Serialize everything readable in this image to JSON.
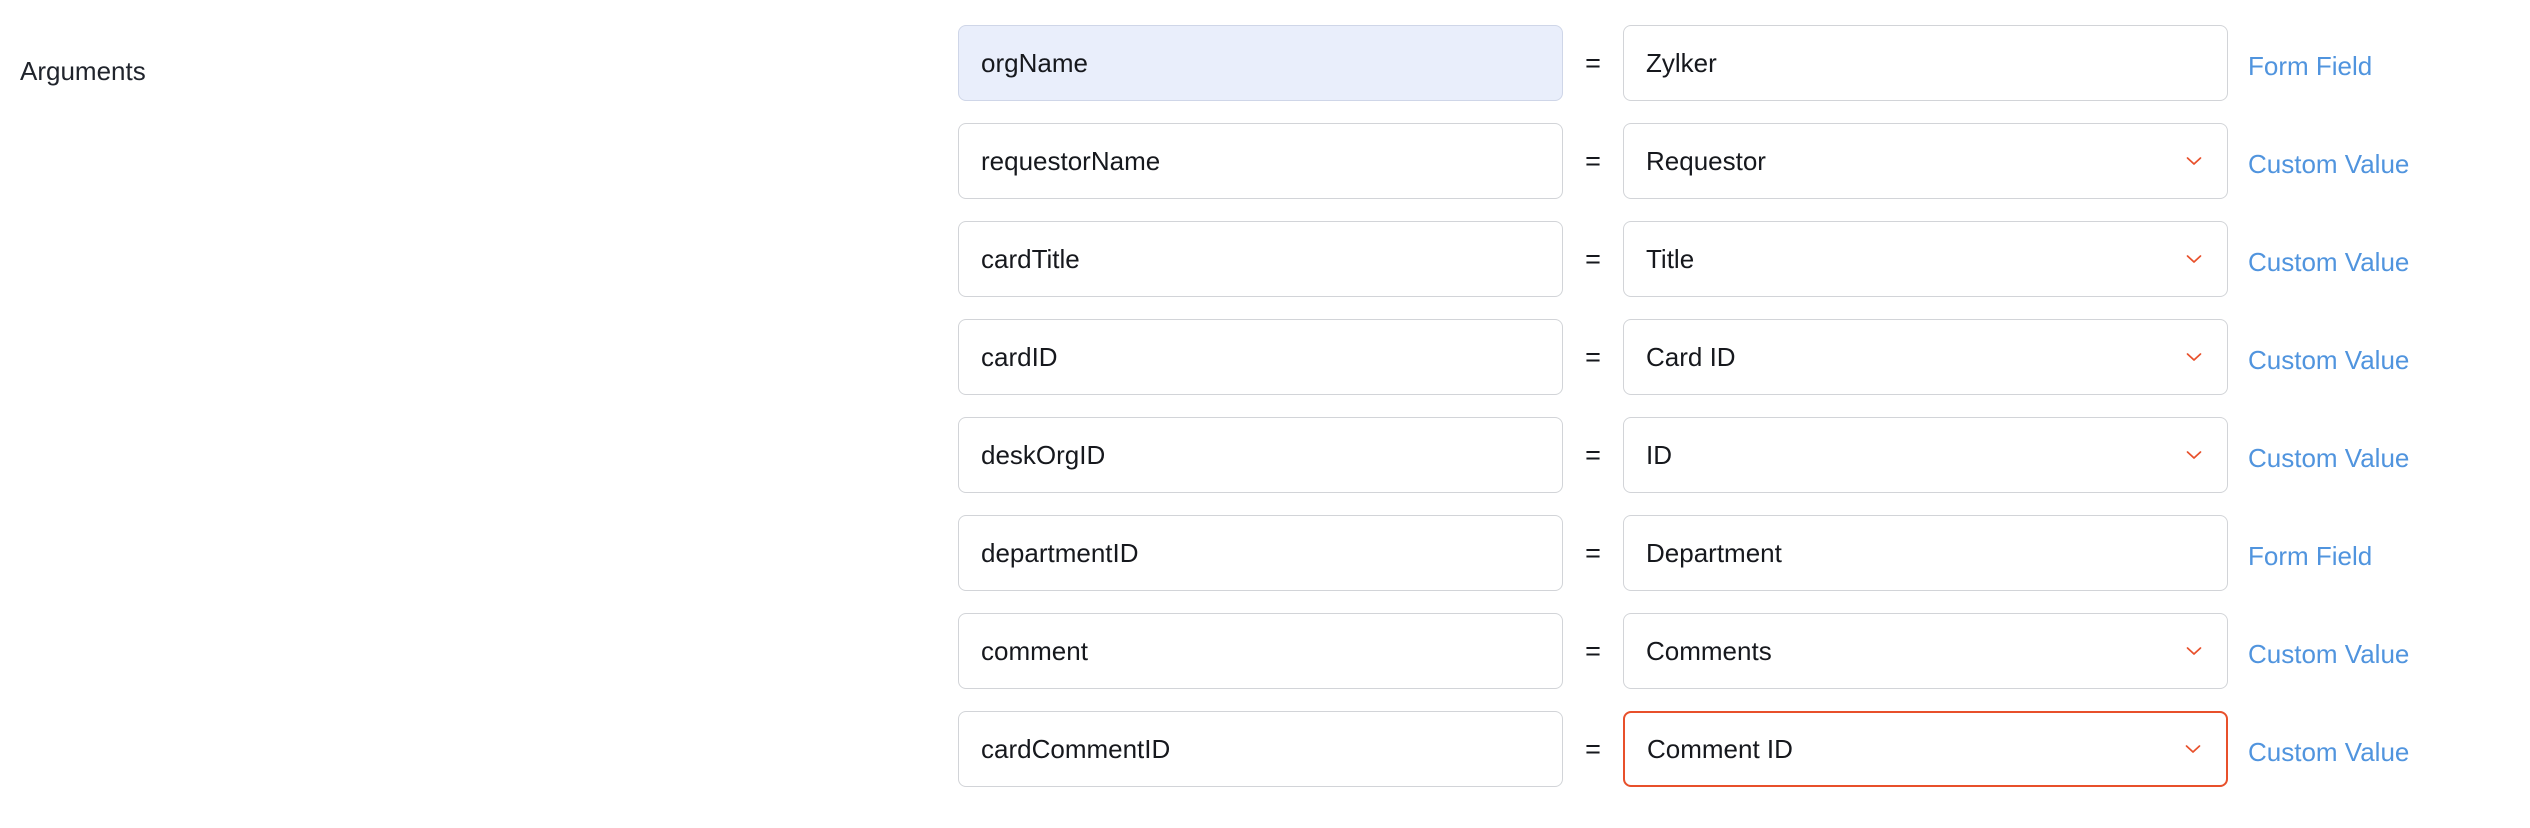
{
  "section": {
    "label": "Arguments"
  },
  "operator": {
    "equals_symbol": "="
  },
  "colors": {
    "link_blue": "#5094de",
    "error_red": "#e8502b",
    "chevron_red": "#e8502b",
    "active_field_bg": "#e9eefb",
    "field_border": "#d2d4d8",
    "text": "#16181d",
    "page_bg": "#ffffff"
  },
  "icons": {
    "chevron_down": "chevron-down-icon"
  },
  "arguments": [
    {
      "key": "orgName",
      "value": "Zylker",
      "type_label": "Form Field",
      "has_chevron": false,
      "key_active": true,
      "value_error": false
    },
    {
      "key": "requestorName",
      "value": "Requestor",
      "type_label": "Custom Value",
      "has_chevron": true,
      "key_active": false,
      "value_error": false
    },
    {
      "key": "cardTitle",
      "value": "Title",
      "type_label": "Custom Value",
      "has_chevron": true,
      "key_active": false,
      "value_error": false
    },
    {
      "key": "cardID",
      "value": "Card ID",
      "type_label": "Custom Value",
      "has_chevron": true,
      "key_active": false,
      "value_error": false
    },
    {
      "key": "deskOrgID",
      "value": "ID",
      "type_label": "Custom Value",
      "has_chevron": true,
      "key_active": false,
      "value_error": false
    },
    {
      "key": "departmentID",
      "value": "Department",
      "type_label": "Form Field",
      "has_chevron": false,
      "key_active": false,
      "value_error": false
    },
    {
      "key": "comment",
      "value": "Comments",
      "type_label": "Custom Value",
      "has_chevron": true,
      "key_active": false,
      "value_error": false
    },
    {
      "key": "cardCommentID",
      "value": "Comment ID",
      "type_label": "Custom Value",
      "has_chevron": true,
      "key_active": false,
      "value_error": true
    }
  ]
}
